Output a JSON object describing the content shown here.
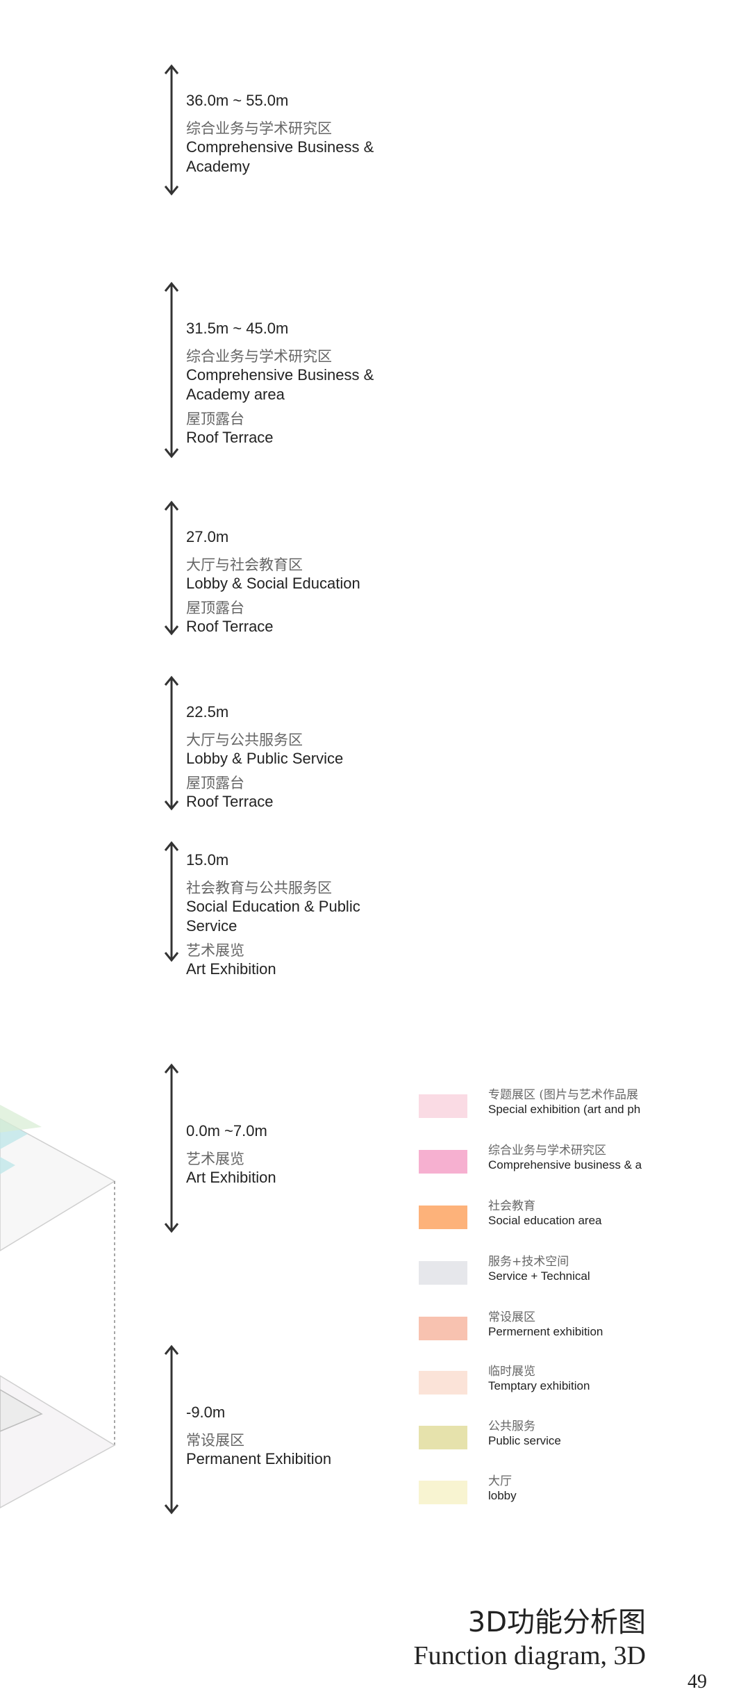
{
  "levels": [
    {
      "height": "36.0m ~ 55.0m",
      "zones": [
        {
          "zh": "综合业务与学术研究区",
          "en": "Comprehensive Business & Academy"
        }
      ]
    },
    {
      "height": "31.5m ~ 45.0m",
      "zones": [
        {
          "zh": "综合业务与学术研究区",
          "en": "Comprehensive Business & Academy area"
        },
        {
          "zh": "屋顶露台",
          "en": "Roof Terrace"
        }
      ]
    },
    {
      "height": "27.0m",
      "zones": [
        {
          "zh": "大厅与社会教育区",
          "en": "Lobby & Social Education"
        },
        {
          "zh": "屋顶露台",
          "en": "Roof Terrace"
        }
      ]
    },
    {
      "height": "22.5m",
      "zones": [
        {
          "zh": "大厅与公共服务区",
          "en": "Lobby & Public Service"
        },
        {
          "zh": "屋顶露台",
          "en": "Roof Terrace"
        }
      ]
    },
    {
      "height": "15.0m",
      "zones": [
        {
          "zh": "社会教育与公共服务区",
          "en": "Social Education & Public Service"
        },
        {
          "zh": "艺术展览",
          "en": "Art Exhibition"
        }
      ]
    },
    {
      "height": "0.0m ~7.0m",
      "zones": [
        {
          "zh": "艺术展览",
          "en": "Art Exhibition"
        }
      ]
    },
    {
      "height": "-9.0m",
      "zones": [
        {
          "zh": "常设展区",
          "en": "Permanent Exhibition"
        }
      ]
    }
  ],
  "legend": [
    {
      "zh": "专题展区 (图片与艺术作品展",
      "en": "Special exhibition (art and ph",
      "color": "#fadbe4"
    },
    {
      "zh": "综合业务与学术研究区",
      "en": "Comprehensive business & a",
      "color": "#f6b0d0"
    },
    {
      "zh": "社会教育",
      "en": "Social education area",
      "color": "#fdb27a"
    },
    {
      "zh": "服务+技术空间",
      "en": "Service + Technical",
      "color": "#e6e7eb"
    },
    {
      "zh": "常设展区",
      "en": "Permernent exhibition",
      "color": "#f8c2b0"
    },
    {
      "zh": "临时展览",
      "en": "Temptary exhibition",
      "color": "#fbe3d8"
    },
    {
      "zh": "公共服务",
      "en": "Public service",
      "color": "#e6e2ac"
    },
    {
      "zh": "大厅",
      "en": "lobby",
      "color": "#f8f4d1"
    }
  ],
  "footer": {
    "title_zh": "3D功能分析图",
    "title_en": "Function diagram, 3D",
    "page_number": "49"
  }
}
